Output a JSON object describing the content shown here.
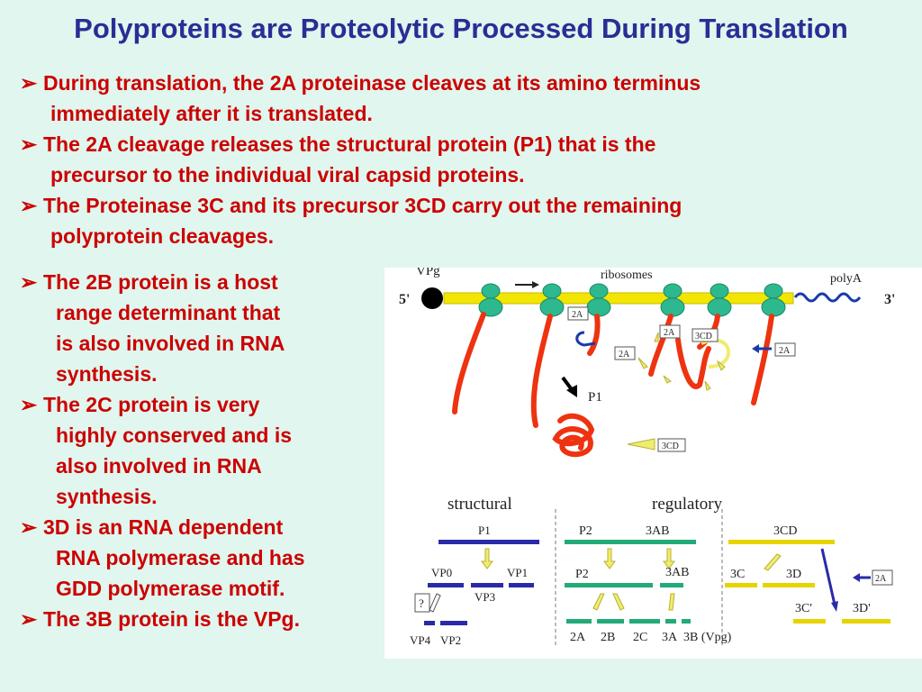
{
  "title": "Polyproteins are Proteolytic Processed During Translation",
  "bullet_marker": "➢",
  "bullets_top": [
    {
      "line1": "During translation, the 2A proteinase cleaves at its amino terminus",
      "line2": "immediately after it is translated."
    },
    {
      "line1": "The 2A cleavage releases the structural protein (P1) that is the",
      "line2": "precursor to the individual viral capsid proteins."
    },
    {
      "line1": "The Proteinase 3C and its precursor 3CD carry out the remaining",
      "line2": "polyprotein cleavages."
    }
  ],
  "bullets_left": [
    {
      "lines": [
        "The 2B protein is a host",
        "range determinant that",
        "is also involved in RNA",
        "synthesis."
      ]
    },
    {
      "lines": [
        "The 2C protein is very",
        "highly conserved and is",
        "also involved in RNA",
        "synthesis."
      ]
    },
    {
      "lines": [
        "3D is an RNA dependent",
        "RNA polymerase and has",
        "GDD polymerase motif."
      ]
    },
    {
      "lines": [
        "The 3B protein is the VPg."
      ]
    }
  ],
  "figure": {
    "vpg": "VPg",
    "ribosomes": "ribosomes",
    "polyA": "polyA",
    "five_prime": "5'",
    "three_prime": "3'",
    "p1": "P1",
    "boxes": [
      "2A",
      "2A",
      "2A",
      "3CD",
      "2A",
      "3CD"
    ],
    "structural": "structural",
    "regulatory": "regulatory",
    "labels": {
      "P1": "P1",
      "VP0": "VP0",
      "VP1": "VP1",
      "VP3": "VP3",
      "VP4": "VP4",
      "VP2": "VP2",
      "q": "?",
      "P2top": "P2",
      "AB3top": "3AB",
      "P2": "P2",
      "AB3": "3AB",
      "A2": "2A",
      "B2": "2B",
      "C2": "2C",
      "A3": "3A",
      "B3": "3B (Vpg)",
      "CD3": "3CD",
      "C3": "3C",
      "D3": "3D",
      "C3p": "3C'",
      "D3p": "3D'",
      "A2box": "2A"
    },
    "colors": {
      "structural": "#2a2aa8",
      "p2": "#22aa77",
      "regulatory": "#e6d400",
      "rna": "#f2e600",
      "ribosome": "#2db890",
      "protein": "#ee3311",
      "arrow_yellow": "#f0ec70"
    }
  }
}
